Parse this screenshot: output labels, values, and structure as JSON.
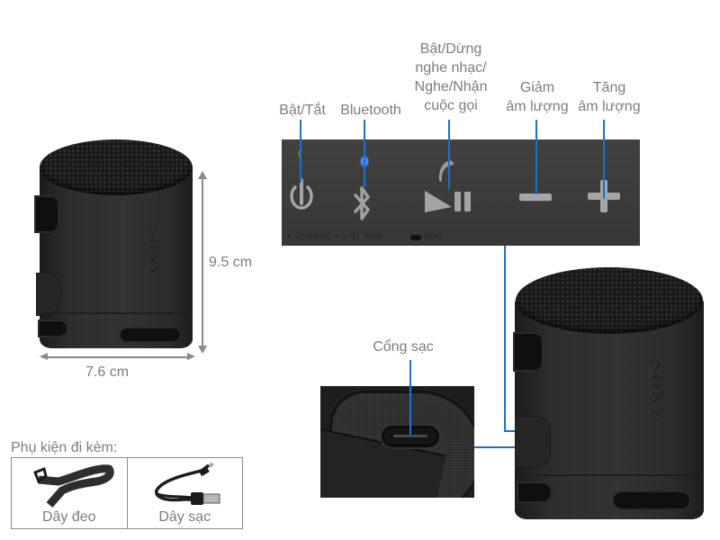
{
  "dimensions": {
    "height": "9.5 cm",
    "width": "7.6 cm"
  },
  "controls": {
    "labels": [
      {
        "id": "power",
        "text": "Bật/Tắt"
      },
      {
        "id": "bluetooth",
        "text": "Bluetooth"
      },
      {
        "id": "play",
        "lines": [
          "Bật/Dừng",
          "nghe nhạc/",
          "Nghe/Nhận",
          "cuộc gọi"
        ]
      },
      {
        "id": "vol_down",
        "lines": [
          "Giảm",
          "âm lượng"
        ]
      },
      {
        "id": "vol_up",
        "lines": [
          "Tăng",
          "âm lượng"
        ]
      }
    ],
    "panel_text": {
      "charge": "CHARGE",
      "pair": "—ST PAIR",
      "mic": "MIC"
    },
    "icons": [
      "power-icon",
      "bluetooth-icon",
      "phone-icon",
      "play-pause-icon",
      "minus-icon",
      "plus-icon"
    ]
  },
  "port": {
    "label": "Cổng sạc"
  },
  "speaker": {
    "brand": "SONY"
  },
  "accessories": {
    "title": "Phụ kiện đi kèm:",
    "items": [
      {
        "label": "Dây đeo",
        "icon": "strap-icon"
      },
      {
        "label": "Dây sạc",
        "icon": "usb-cable-icon"
      }
    ]
  },
  "colors": {
    "leader_line": "#1e6fd0",
    "label_text": "#7d7d7d",
    "panel_bg": "#3d3d3b",
    "led_blue": "#3d8bff",
    "led_amber": "#8a7a1a"
  }
}
